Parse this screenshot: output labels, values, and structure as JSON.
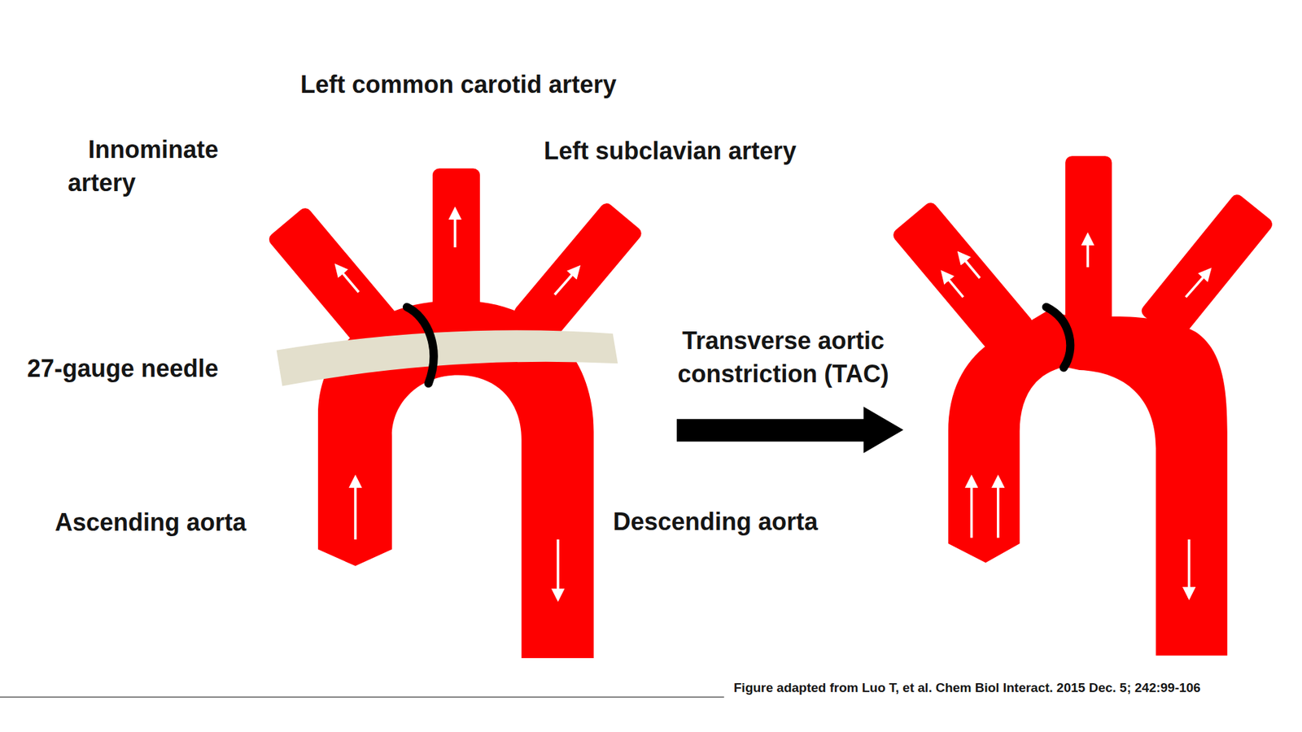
{
  "diagram": {
    "caption": "Figure adapted from Luo T, et al. Chem Biol Interact. 2015 Dec. 5; 242:99-106",
    "labels": [
      "Left common carotid artery",
      "Innominate artery",
      "Left subclavian artery",
      "27-gauge needle",
      "Transverse aortic constriction (TAC)",
      "Ascending aorta",
      "Descending aorta"
    ]
  }
}
